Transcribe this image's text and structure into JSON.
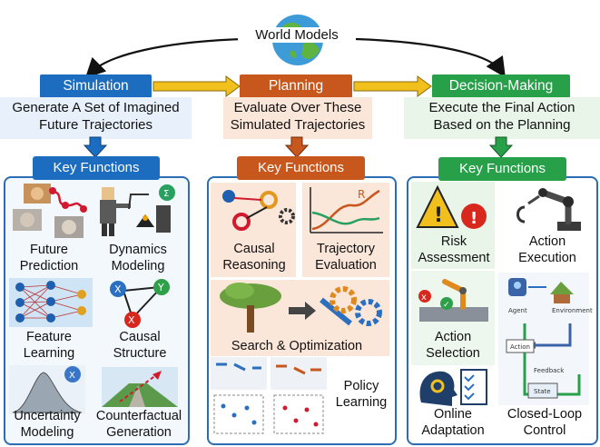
{
  "title": "World Models",
  "columns": [
    {
      "header": "Simulation",
      "description": [
        "Generate A Set of Imagined",
        "Future Trajectories"
      ],
      "key_functions_label": "Key Functions",
      "items": [
        {
          "line1": "Future",
          "line2": "Prediction",
          "icon": "cat-trajectory-icon"
        },
        {
          "line1": "Dynamics",
          "line2": "Modeling",
          "icon": "robot-pendulum-icon"
        },
        {
          "line1": "Feature",
          "line2": "Learning",
          "icon": "neural-network-icon"
        },
        {
          "line1": "Causal",
          "line2": "Structure",
          "icon": "causal-graph-icon"
        },
        {
          "line1": "Uncertainty",
          "line2": "Modeling",
          "icon": "distribution-curve-icon"
        },
        {
          "line1": "Counterfactual",
          "line2": "Generation",
          "icon": "counterfactual-road-icon"
        }
      ]
    },
    {
      "header": "Planning",
      "description": [
        "Evaluate Over These",
        "Simulated Trajectories"
      ],
      "key_functions_label": "Key Functions",
      "items": [
        {
          "line1": "Causal",
          "line2": "Reasoning",
          "icon": "causal-gears-icon"
        },
        {
          "line1": "Trajectory",
          "line2": "Evaluation",
          "icon": "trajectory-curves-icon"
        },
        {
          "line1": "Search & Optimization",
          "line2": "",
          "icon": "tree-gear-icon"
        },
        {
          "line1": "Policy",
          "line2": "Learning",
          "icon": "policy-grid-icon"
        }
      ]
    },
    {
      "header": "Decision-Making",
      "description": [
        "Execute the Final Action",
        "Based on the Planning"
      ],
      "key_functions_label": "Key Functions",
      "items": [
        {
          "line1": "Risk",
          "line2": "Assessment",
          "icon": "warning-icon"
        },
        {
          "line1": "Action",
          "line2": "Execution",
          "icon": "robot-arm-icon"
        },
        {
          "line1": "Action",
          "line2": "Selection",
          "icon": "robot-assembly-icon"
        },
        {
          "line1": "Online",
          "line2": "Adaptation",
          "icon": "head-checklist-icon"
        },
        {
          "line1": "Closed-Loop",
          "line2": "Control",
          "icon": "agent-environment-loop-icon"
        }
      ]
    }
  ],
  "loop_diagram": {
    "agent": "Agent",
    "environment": "Environment",
    "action": "Action",
    "feedback": "Feedback",
    "state": "State"
  },
  "colors": {
    "blue": "#1c6cc0",
    "orange": "#c8571d",
    "green": "#27a049",
    "arrow_yellow": "#f2c01d",
    "border": "#2d6db3"
  }
}
